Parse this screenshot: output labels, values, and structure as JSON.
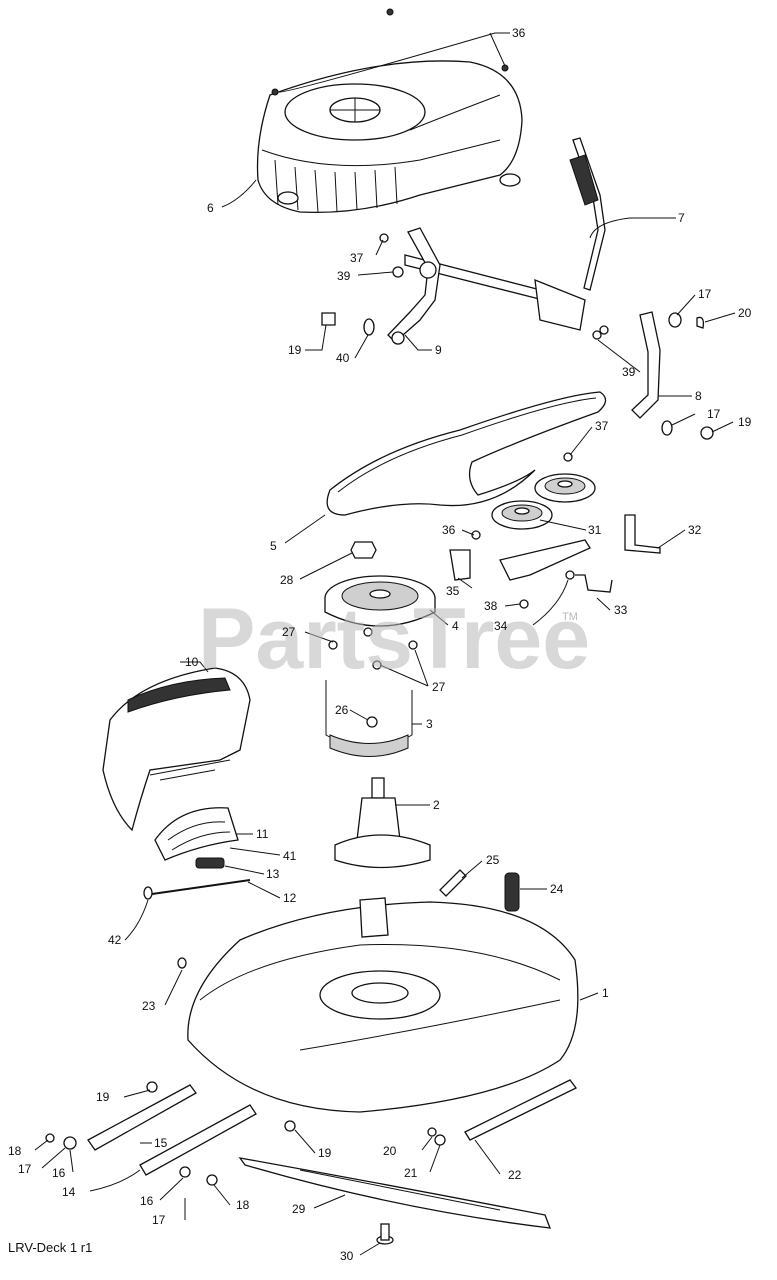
{
  "watermark": {
    "text": "PartsTree",
    "trademark": "TM"
  },
  "footer": {
    "text": "LRV-Deck 1 r1"
  },
  "callouts": [
    {
      "id": "c36a",
      "label": "36"
    },
    {
      "id": "c6",
      "label": "6"
    },
    {
      "id": "c7",
      "label": "7"
    },
    {
      "id": "c37a",
      "label": "37"
    },
    {
      "id": "c39a",
      "label": "39"
    },
    {
      "id": "c19a",
      "label": "19"
    },
    {
      "id": "c40",
      "label": "40"
    },
    {
      "id": "c9",
      "label": "9"
    },
    {
      "id": "c17a",
      "label": "17"
    },
    {
      "id": "c20a",
      "label": "20"
    },
    {
      "id": "c39b",
      "label": "39"
    },
    {
      "id": "c8",
      "label": "8"
    },
    {
      "id": "c17b",
      "label": "17"
    },
    {
      "id": "c19b",
      "label": "19"
    },
    {
      "id": "c37b",
      "label": "37"
    },
    {
      "id": "c31",
      "label": "31"
    },
    {
      "id": "c36b",
      "label": "36"
    },
    {
      "id": "c32",
      "label": "32"
    },
    {
      "id": "c5",
      "label": "5"
    },
    {
      "id": "c28",
      "label": "28"
    },
    {
      "id": "c35",
      "label": "35"
    },
    {
      "id": "c38",
      "label": "38"
    },
    {
      "id": "c33",
      "label": "33"
    },
    {
      "id": "c34",
      "label": "34"
    },
    {
      "id": "c4",
      "label": "4"
    },
    {
      "id": "c27a",
      "label": "27"
    },
    {
      "id": "c27b",
      "label": "27"
    },
    {
      "id": "c10",
      "label": "10"
    },
    {
      "id": "c26",
      "label": "26"
    },
    {
      "id": "c3",
      "label": "3"
    },
    {
      "id": "c2",
      "label": "2"
    },
    {
      "id": "c11",
      "label": "11"
    },
    {
      "id": "c41",
      "label": "41"
    },
    {
      "id": "c25",
      "label": "25"
    },
    {
      "id": "c13",
      "label": "13"
    },
    {
      "id": "c24",
      "label": "24"
    },
    {
      "id": "c12",
      "label": "12"
    },
    {
      "id": "c42",
      "label": "42"
    },
    {
      "id": "c1",
      "label": "1"
    },
    {
      "id": "c23",
      "label": "23"
    },
    {
      "id": "c19c",
      "label": "19"
    },
    {
      "id": "c15",
      "label": "15"
    },
    {
      "id": "c18a",
      "label": "18"
    },
    {
      "id": "c17c",
      "label": "17"
    },
    {
      "id": "c16a",
      "label": "16"
    },
    {
      "id": "c14",
      "label": "14"
    },
    {
      "id": "c19d",
      "label": "19"
    },
    {
      "id": "c20b",
      "label": "20"
    },
    {
      "id": "c21",
      "label": "21"
    },
    {
      "id": "c22",
      "label": "22"
    },
    {
      "id": "c16b",
      "label": "16"
    },
    {
      "id": "c18b",
      "label": "18"
    },
    {
      "id": "c17d",
      "label": "17"
    },
    {
      "id": "c29",
      "label": "29"
    },
    {
      "id": "c30",
      "label": "30"
    }
  ]
}
